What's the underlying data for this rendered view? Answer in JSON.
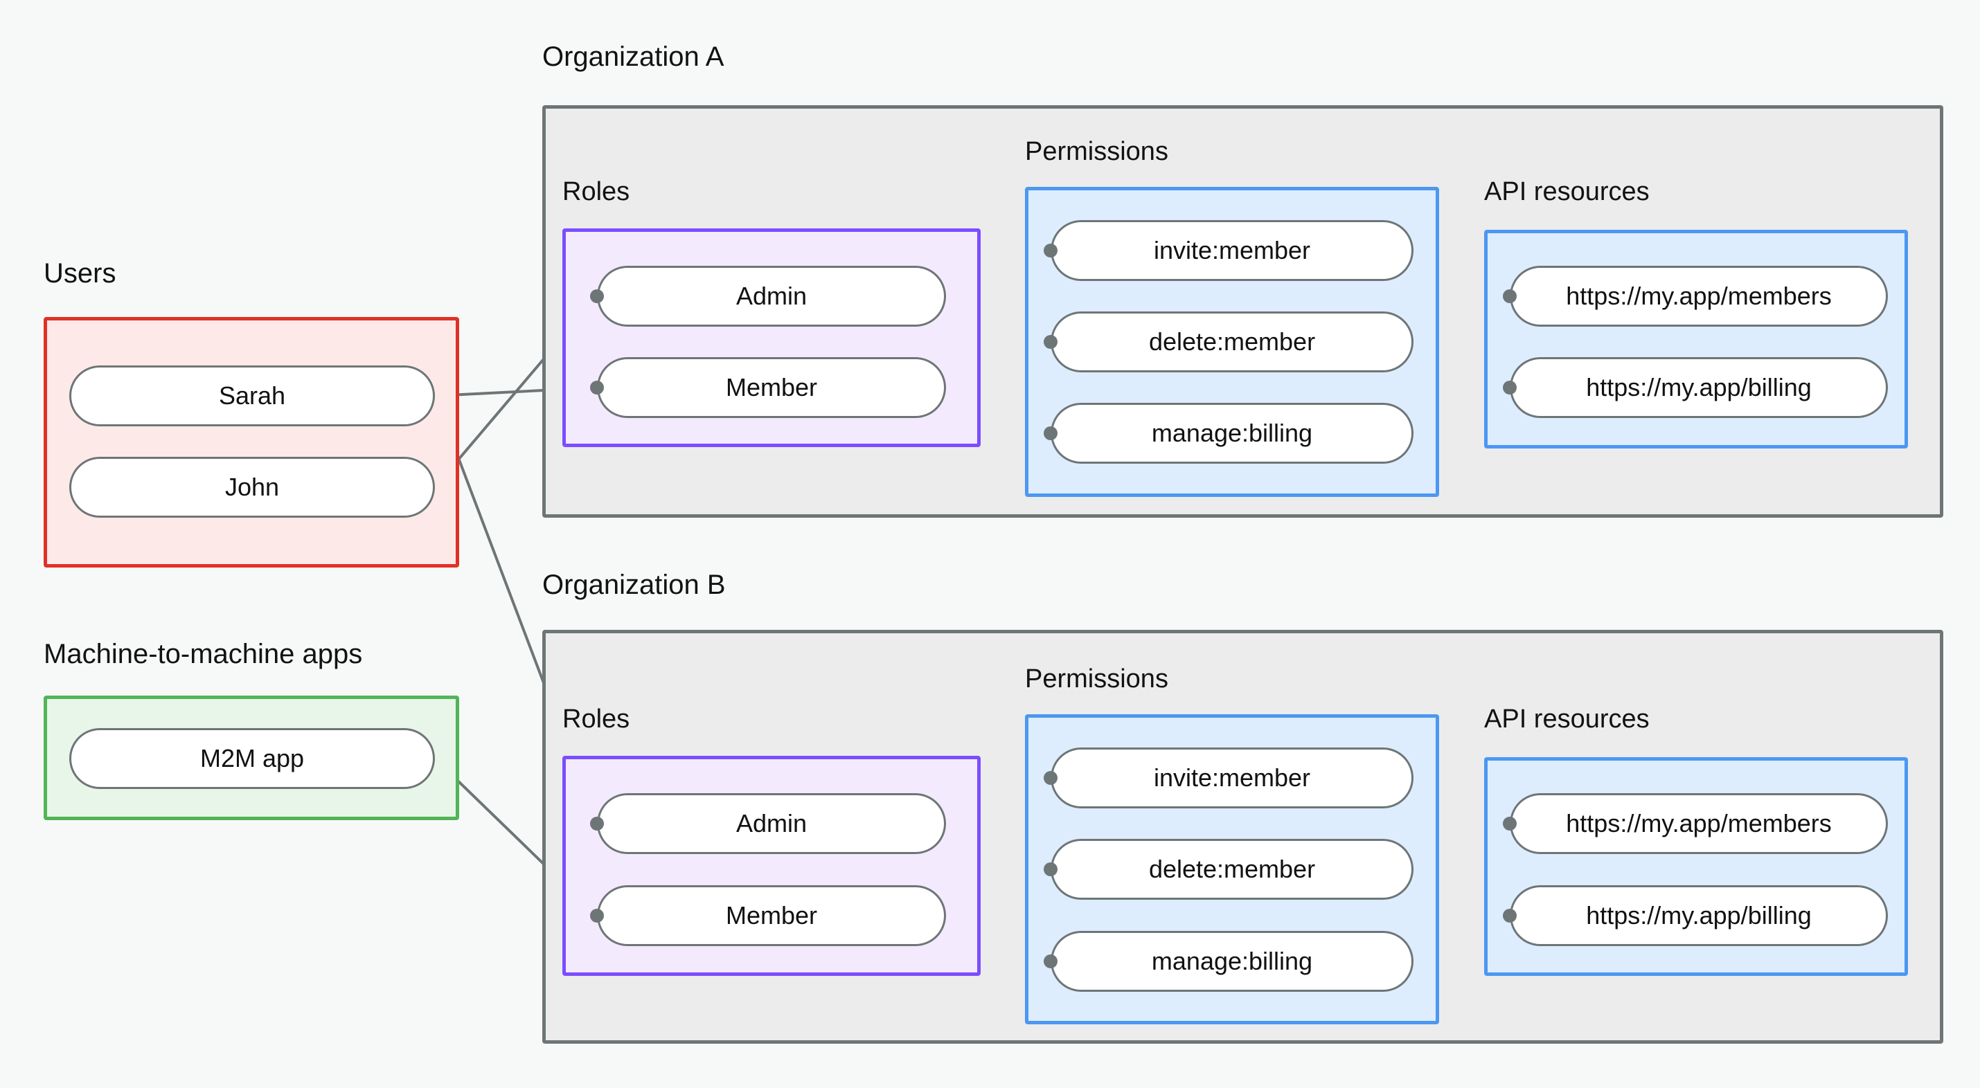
{
  "diagram": {
    "title_visible": false,
    "background_color": "#f7f9f9",
    "colors": {
      "users_border": "#e03127",
      "users_fill": "#fdeae8",
      "m2m_border": "#52b456",
      "m2m_fill": "#e8f6e9",
      "roles_border": "#7c4dff",
      "roles_fill": "#f4eafd",
      "permissions_border": "#4c97f2",
      "permissions_fill": "#ddedfd",
      "api_border": "#4c97f2",
      "api_fill": "#ddedfd",
      "org_border": "#6e7577",
      "org_fill": "#ececec",
      "node_border": "#6e7577",
      "node_fill": "#ffffff",
      "edge": "#6e7577"
    }
  },
  "left_column": {
    "users": {
      "label": "Users",
      "items": [
        {
          "label": "Sarah"
        },
        {
          "label": "John"
        }
      ]
    },
    "m2m": {
      "label": "Machine-to-machine apps",
      "items": [
        {
          "label": "M2M app"
        }
      ]
    }
  },
  "organizations": [
    {
      "label": "Organization A",
      "roles": {
        "label": "Roles",
        "items": [
          {
            "label": "Admin"
          },
          {
            "label": "Member"
          }
        ]
      },
      "permissions": {
        "label": "Permissions",
        "items": [
          {
            "label": "invite:member"
          },
          {
            "label": "delete:member"
          },
          {
            "label": "manage:billing"
          }
        ]
      },
      "api_resources": {
        "label": "API resources",
        "items": [
          {
            "label": "https://my.app/members"
          },
          {
            "label": "https://my.app/billing"
          }
        ]
      }
    },
    {
      "label": "Organization B",
      "roles": {
        "label": "Roles",
        "items": [
          {
            "label": "Admin"
          },
          {
            "label": "Member"
          }
        ]
      },
      "permissions": {
        "label": "Permissions",
        "items": [
          {
            "label": "invite:member"
          },
          {
            "label": "delete:member"
          },
          {
            "label": "manage:billing"
          }
        ]
      },
      "api_resources": {
        "label": "API resources",
        "items": [
          {
            "label": "https://my.app/members"
          },
          {
            "label": "https://my.app/billing"
          }
        ]
      }
    }
  ],
  "connections": [
    {
      "from": "Sarah",
      "to": "Organization A / Member"
    },
    {
      "from": "Sarah",
      "to": "Organization B / Admin"
    },
    {
      "from": "John",
      "to": "Organization A / Admin"
    },
    {
      "from": "M2M app",
      "to": "Organization B / Member"
    },
    {
      "from": "Organization A / Admin",
      "to": "Organization A / invite:member"
    },
    {
      "from": "Organization A / Admin",
      "to": "Organization A / delete:member"
    },
    {
      "from": "Organization A / Member",
      "to": "Organization A / manage:billing"
    },
    {
      "from": "Organization A / invite:member",
      "to": "Organization A / https://my.app/members"
    },
    {
      "from": "Organization A / delete:member",
      "to": "Organization A / https://my.app/members"
    },
    {
      "from": "Organization A / manage:billing",
      "to": "Organization A / https://my.app/billing"
    },
    {
      "from": "Organization B / Admin",
      "to": "Organization B / invite:member"
    },
    {
      "from": "Organization B / Admin",
      "to": "Organization B / delete:member"
    },
    {
      "from": "Organization B / Member",
      "to": "Organization B / manage:billing"
    },
    {
      "from": "Organization B / invite:member",
      "to": "Organization B / https://my.app/members"
    },
    {
      "from": "Organization B / delete:member",
      "to": "Organization B / https://my.app/members"
    },
    {
      "from": "Organization B / manage:billing",
      "to": "Organization B / https://my.app/billing"
    }
  ]
}
